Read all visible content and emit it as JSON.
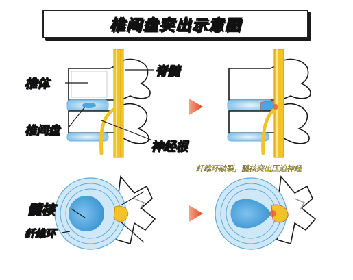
{
  "title": "椎间盘突出示意图",
  "labels": {
    "spinal_cord": "脊髓",
    "vertebra": "椎体",
    "disc": "椎间盘",
    "nerve_root": "神经根",
    "nucleus": "髓核",
    "annulus": "纤维环"
  },
  "caption": "纤维环破裂，髓核突出压迫神经",
  "colors": {
    "nerve_yellow": "#f2c228",
    "disc_blue": "#a8d4ee",
    "nucleus_blue": "#4aa6dc",
    "bone_outline": "#1a1a1a",
    "bone_shadow": "#9aa0a6",
    "arrow_red": "#e85a3a"
  },
  "icons": [
    "right-arrow-icon",
    "right-arrow-icon"
  ]
}
